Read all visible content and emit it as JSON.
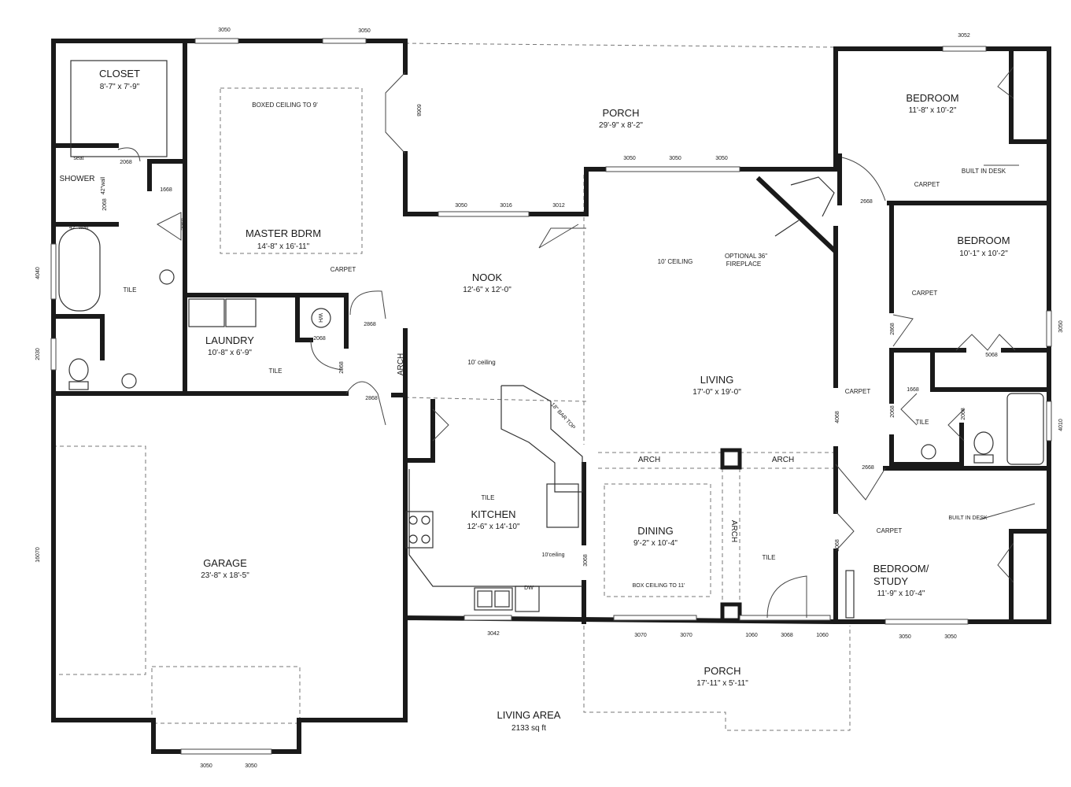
{
  "rooms": {
    "closet": {
      "name": "CLOSET",
      "size": "8'-7\" x 7'-9\""
    },
    "master": {
      "name": "MASTER BDRM",
      "size": "14'-8\" x 16'-11\"",
      "ceiling": "BOXED CEILING TO 9'",
      "floor": "CARPET"
    },
    "porch_top": {
      "name": "PORCH",
      "size": "29'-9\" x 8'-2\""
    },
    "bedroom1": {
      "name": "BEDROOM",
      "size": "11'-8\" x 10'-2\"",
      "floor": "CARPET",
      "desk": "BUILT IN DESK"
    },
    "bedroom2": {
      "name": "BEDROOM",
      "size": "10'-1\" x 10'-2\"",
      "floor": "CARPET"
    },
    "nook": {
      "name": "NOOK",
      "size": "12'-6\" x 12'-0\"",
      "ceiling": "10' ceiling"
    },
    "living": {
      "name": "LIVING",
      "size": "17'-0\" x 19'-0\"",
      "ceiling": "10' CEILING",
      "fireplace1": "OPTIONAL 36\"",
      "fireplace2": "FIREPLACE"
    },
    "laundry": {
      "name": "LAUNDRY",
      "size": "10'-8\" x 6'-9\"",
      "floor": "TILE"
    },
    "shower": {
      "name": "SHOWER",
      "seat": "seat",
      "wall1": "42\"wall",
      "wall2": "42\" wall"
    },
    "master_bath": {
      "floor": "TILE"
    },
    "garage": {
      "name": "GARAGE",
      "size": "23'-8\" x 18'-5\""
    },
    "kitchen": {
      "name": "KITCHEN",
      "size": "12'-6\" x 14'-10\"",
      "floor": "TILE",
      "ceiling": "10'ceiling",
      "bar": "18\" BAR TOP",
      "dw": "DW"
    },
    "dining": {
      "name": "DINING",
      "size": "9'-2\" x 10'-4\"",
      "ceiling": "BOX CEILING TO 11'"
    },
    "foyer": {
      "floor": "TILE"
    },
    "hall": {
      "floor": "CARPET"
    },
    "hall_bath": {
      "floor": "TILE"
    },
    "study": {
      "name1": "BEDROOM/",
      "name2": "STUDY",
      "size": "11'-9\" x 10'-4\"",
      "floor": "CARPET",
      "desk": "BUILT IN DESK"
    },
    "porch_front": {
      "name": "PORCH",
      "size": "17'-11\" x 5'-11\""
    },
    "living_area": {
      "label": "LIVING AREA",
      "value": "2133 sq ft"
    }
  },
  "labels": {
    "arch": "ARCH",
    "wh": "WH"
  },
  "dims": {
    "top_w1": "3050",
    "top_w2": "3050",
    "door_6068": "6068",
    "bed1_w": "3052",
    "liv_w1": "3050",
    "liv_w2": "3050",
    "liv_w3": "3050",
    "nook_w1": "3050",
    "nook_w2": "3016",
    "nook_d": "3012",
    "side_4040": "4040",
    "side_2030": "2030",
    "side_16070": "16070",
    "right_3050": "3050",
    "right_4010": "4010",
    "d2068_closet": "2068",
    "d1668_master": "1668",
    "d2068_shower": "2068",
    "d2868_bath": "2868",
    "d2068_wc": "2068",
    "d2868_master": "2868",
    "d2068_wh": "2068",
    "d2868_laundry": "2868",
    "d2868_garage": "2868",
    "d3068_pantry": "3068",
    "d3068_kitchen": "3068",
    "d4068_bed1": "4068",
    "d2668_bed1": "2668",
    "d2868_bed2": "2868",
    "d5068_bed2": "5068",
    "d1668_hall": "1668",
    "d2068_hb1": "2068",
    "d2068_hb2": "2068",
    "d4068_hall": "4068",
    "d2668_study": "2668",
    "d5068_study": "5068",
    "d4068_study": "4068",
    "kit_w": "3042",
    "din_w1": "3070",
    "din_w2": "3070",
    "front_1060a": "1060",
    "front_3068": "3068",
    "front_1060b": "1060",
    "study_w1": "3050",
    "study_w2": "3050",
    "gar_w1": "3050",
    "gar_w2": "3050"
  }
}
